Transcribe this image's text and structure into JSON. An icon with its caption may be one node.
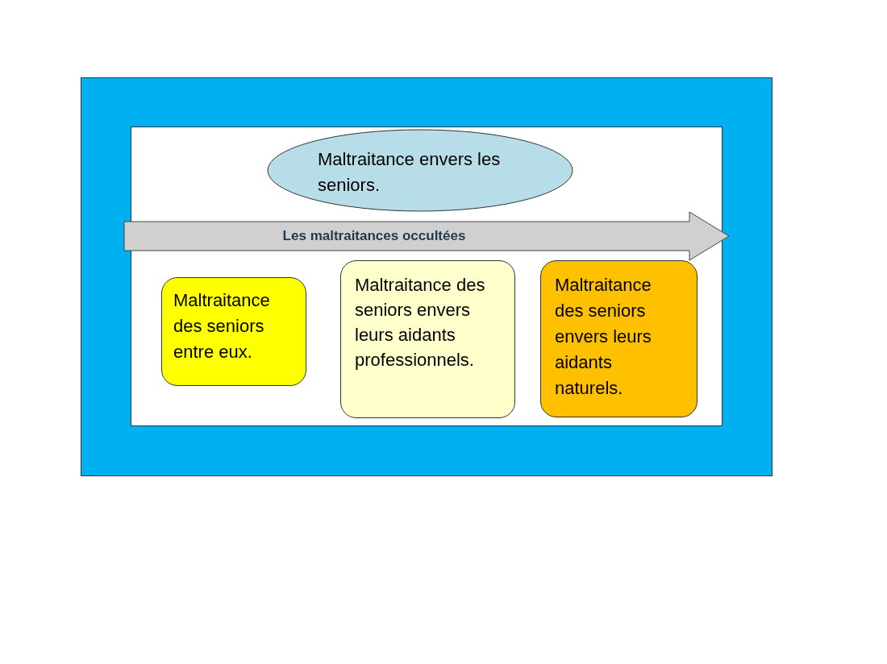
{
  "diagram": {
    "nodes": [
      {
        "text": [
          "Maltraitance envers les seniors."
        ]
      },
      {
        "text": [
          "Les maltraitances occultées"
        ]
      },
      {
        "text": [
          "Maltraitance des seniors entre eux."
        ]
      },
      {
        "text": [
          "Maltraitance des seniors envers leurs aidants professionnels."
        ]
      },
      {
        "text": [
          "Maltraitance des seniors envers leurs aidants naturels."
        ]
      }
    ]
  }
}
